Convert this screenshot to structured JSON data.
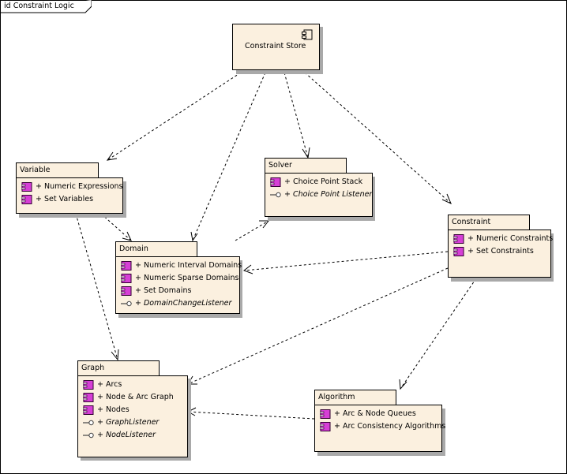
{
  "frame": {
    "label": "id Constraint Logic"
  },
  "store": {
    "name": "Constraint Store",
    "icon": "component-icon"
  },
  "packages": {
    "variable": {
      "name": "Variable",
      "items": [
        {
          "label": "+ Numeric Expressions",
          "icon": "component-icon"
        },
        {
          "label": "+ Set Variables",
          "icon": "component-icon"
        }
      ]
    },
    "solver": {
      "name": "Solver",
      "items": [
        {
          "label": "+ Choice Point Stack",
          "icon": "component-icon"
        },
        {
          "label": "+ Choice Point Listener",
          "icon": "interface-icon",
          "italic": true
        }
      ]
    },
    "constraint": {
      "name": "Constraint",
      "items": [
        {
          "label": "+ Numeric Constraints",
          "icon": "component-icon"
        },
        {
          "label": "+ Set Constraints",
          "icon": "component-icon"
        }
      ]
    },
    "domain": {
      "name": "Domain",
      "items": [
        {
          "label": "+ Numeric Interval Domains",
          "icon": "component-icon"
        },
        {
          "label": "+ Numeric Sparse Domains",
          "icon": "component-icon"
        },
        {
          "label": "+ Set Domains",
          "icon": "component-icon"
        },
        {
          "label": "+ DomainChangeListener",
          "icon": "interface-icon",
          "italic": true
        }
      ]
    },
    "graph": {
      "name": "Graph",
      "items": [
        {
          "label": "+ Arcs",
          "icon": "component-icon"
        },
        {
          "label": "+ Node & Arc Graph",
          "icon": "component-icon"
        },
        {
          "label": "+ Nodes",
          "icon": "component-icon"
        },
        {
          "label": "+ GraphListener",
          "icon": "interface-icon",
          "italic": true
        },
        {
          "label": "+ NodeListener",
          "icon": "interface-icon",
          "italic": true
        }
      ]
    },
    "algorithm": {
      "name": "Algorithm",
      "items": [
        {
          "label": "+ Arc & Node Queues",
          "icon": "component-icon"
        },
        {
          "label": "+ Arc Consistency Algorithms",
          "icon": "component-icon"
        }
      ]
    }
  },
  "dependencies": [
    {
      "from": "Constraint Store",
      "to": "Variable"
    },
    {
      "from": "Constraint Store",
      "to": "Domain"
    },
    {
      "from": "Constraint Store",
      "to": "Solver"
    },
    {
      "from": "Constraint Store",
      "to": "Constraint"
    },
    {
      "from": "Variable",
      "to": "Domain"
    },
    {
      "from": "Variable",
      "to": "Graph"
    },
    {
      "from": "Domain",
      "to": "Solver"
    },
    {
      "from": "Constraint",
      "to": "Domain"
    },
    {
      "from": "Constraint",
      "to": "Graph"
    },
    {
      "from": "Constraint",
      "to": "Algorithm"
    },
    {
      "from": "Algorithm",
      "to": "Graph"
    }
  ]
}
